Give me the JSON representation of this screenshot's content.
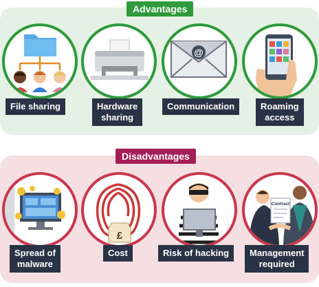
{
  "advantages": {
    "title": "Advantages",
    "items": [
      {
        "line1": "File sharing",
        "line2": ""
      },
      {
        "line1": "Hardware",
        "line2": "sharing"
      },
      {
        "line1": "Communication",
        "line2": ""
      },
      {
        "line1": "Roaming",
        "line2": "access"
      }
    ]
  },
  "disadvantages": {
    "title": "Disadvantages",
    "items": [
      {
        "line1": "Spread of",
        "line2": "malware"
      },
      {
        "line1": "Cost",
        "line2": ""
      },
      {
        "line1": "Risk of hacking",
        "line2": ""
      },
      {
        "line1": "Management",
        "line2": "required"
      }
    ]
  },
  "illustrations": {
    "cost_tag": "£",
    "contract_text": "Contract",
    "email_symbol": "@"
  },
  "colors": {
    "advantage_green": "#2f9a3c",
    "disadvantage_magenta": "#a51e5a",
    "disadvantage_ring": "#c9374d",
    "label_navy": "#2a3346"
  }
}
